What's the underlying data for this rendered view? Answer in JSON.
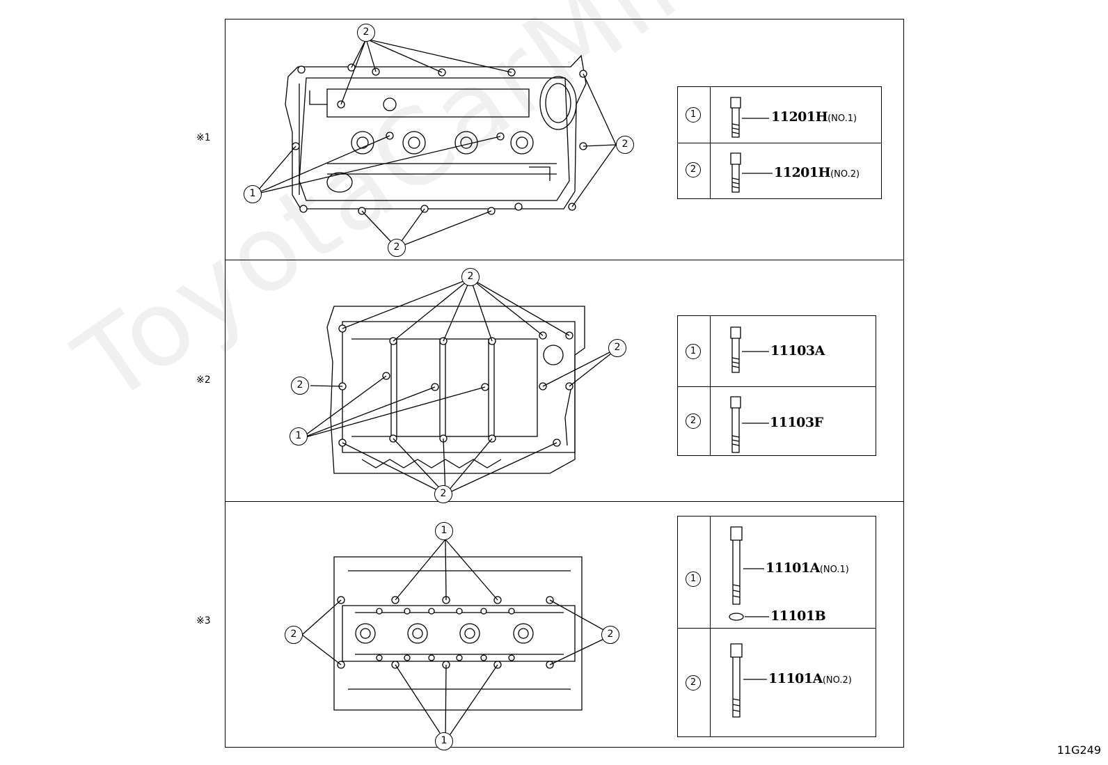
{
  "rows": [
    {
      "mark": "※1",
      "legend": [
        {
          "num": "1",
          "part": "11201H",
          "note": "(NO.1)"
        },
        {
          "num": "2",
          "part": "11201H",
          "note": "(NO.2)"
        }
      ]
    },
    {
      "mark": "※2",
      "legend": [
        {
          "num": "1",
          "part": "11103A",
          "note": ""
        },
        {
          "num": "2",
          "part": "11103F",
          "note": ""
        }
      ]
    },
    {
      "mark": "※3",
      "legend": [
        {
          "num": "1",
          "part": "11101A",
          "note": "(NO.1)",
          "part2": "11101B"
        },
        {
          "num": "2",
          "part": "11101A",
          "note": "(NO.2)"
        }
      ]
    }
  ],
  "callout_labels": {
    "one": "1",
    "two": "2"
  },
  "watermark": "ToyotaCarMine.ru",
  "figure_code": "11G249"
}
